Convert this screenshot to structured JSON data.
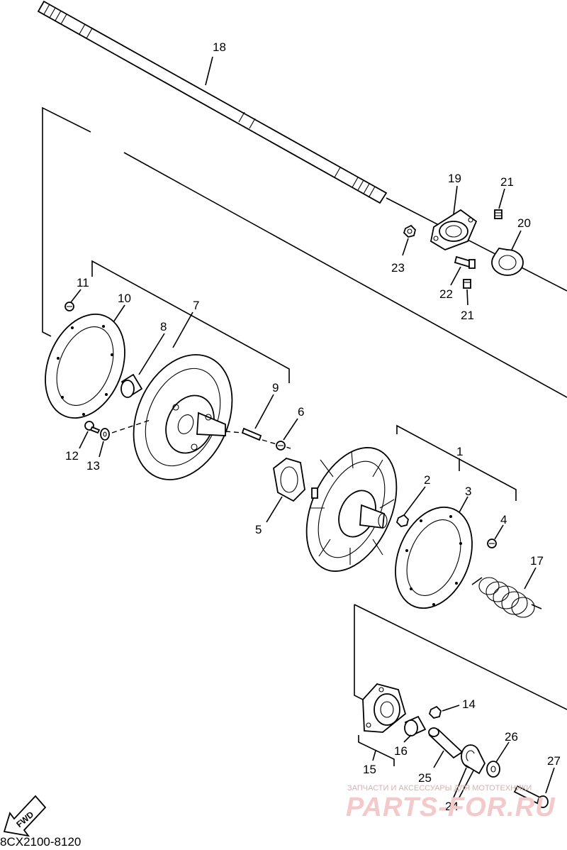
{
  "diagram_code": "8CX2100-8120",
  "fwd_label": "FWD",
  "watermark": {
    "line1": "ЗАПЧАСТИ И АКСЕССУАРЫ ДЛЯ МОТОТЕХНИКИ",
    "line2": "PARTS-FOR.RU"
  },
  "callouts": {
    "c1": "1",
    "c2": "2",
    "c3": "3",
    "c4": "4",
    "c5": "5",
    "c6": "6",
    "c7": "7",
    "c8": "8",
    "c9": "9",
    "c10": "10",
    "c11": "11",
    "c12": "12",
    "c13": "13",
    "c14": "14",
    "c15": "15",
    "c16": "16",
    "c17": "17",
    "c18": "18",
    "c19": "19",
    "c20": "20",
    "c21a": "21",
    "c21b": "21",
    "c22": "22",
    "c23": "23",
    "c24": "24",
    "c25": "25",
    "c26": "26",
    "c27": "27"
  }
}
